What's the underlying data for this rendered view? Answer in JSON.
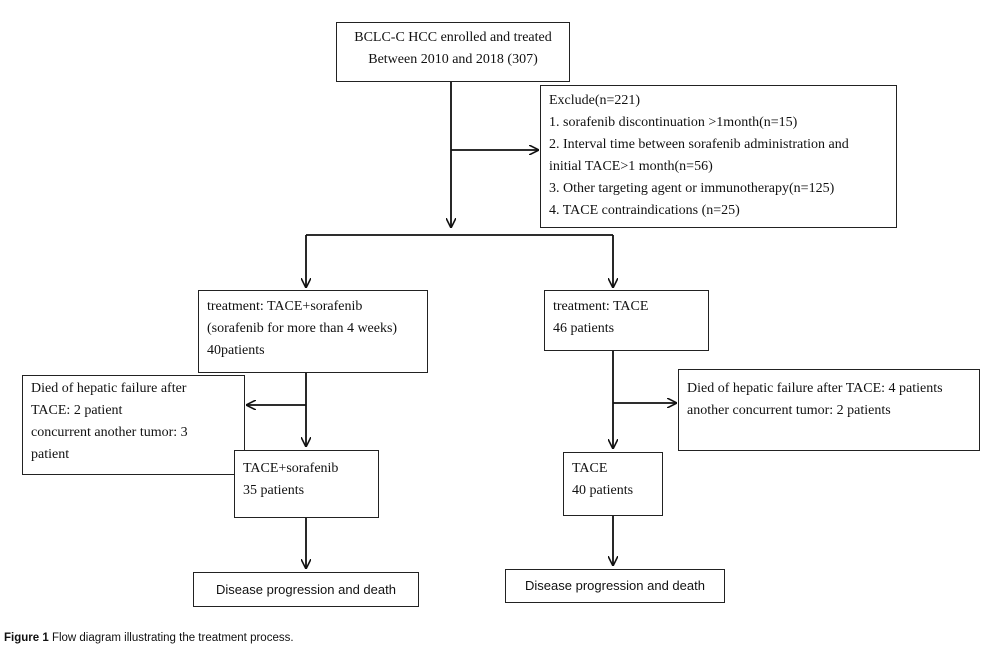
{
  "diagram": {
    "enrolled": [
      "BCLC-C HCC enrolled and treated",
      "Between 2010 and 2018 (307)"
    ],
    "exclude": {
      "title": "Exclude(n=221)",
      "items": [
        "1.   sorafenib discontinuation >1month(n=15)",
        "2.   Interval time between sorafenib administration and",
        "initial TACE>1 month(n=56)",
        "3.   Other targeting agent or immunotherapy(n=125)",
        "4.   TACE contraindications (n=25)"
      ]
    },
    "left_treatment": [
      "treatment: TACE+sorafenib",
      "(sorafenib for more than 4 weeks)",
      "40patients"
    ],
    "right_treatment": [
      "treatment: TACE",
      "46 patients"
    ],
    "left_died": [
      "Died of hepatic failure after",
      "TACE: 2 patient",
      "concurrent another tumor: 3",
      "patient"
    ],
    "right_died": [
      "Died of hepatic failure after TACE: 4 patients",
      "another concurrent tumor: 2 patients"
    ],
    "left_result": [
      "TACE+sorafenib",
      "35 patients"
    ],
    "right_result": [
      "TACE",
      "40 patients"
    ],
    "left_outcome": "Disease progression and death",
    "right_outcome": "Disease progression and death"
  },
  "caption": {
    "label": "Figure 1",
    "text": "Flow diagram illustrating the treatment process."
  }
}
